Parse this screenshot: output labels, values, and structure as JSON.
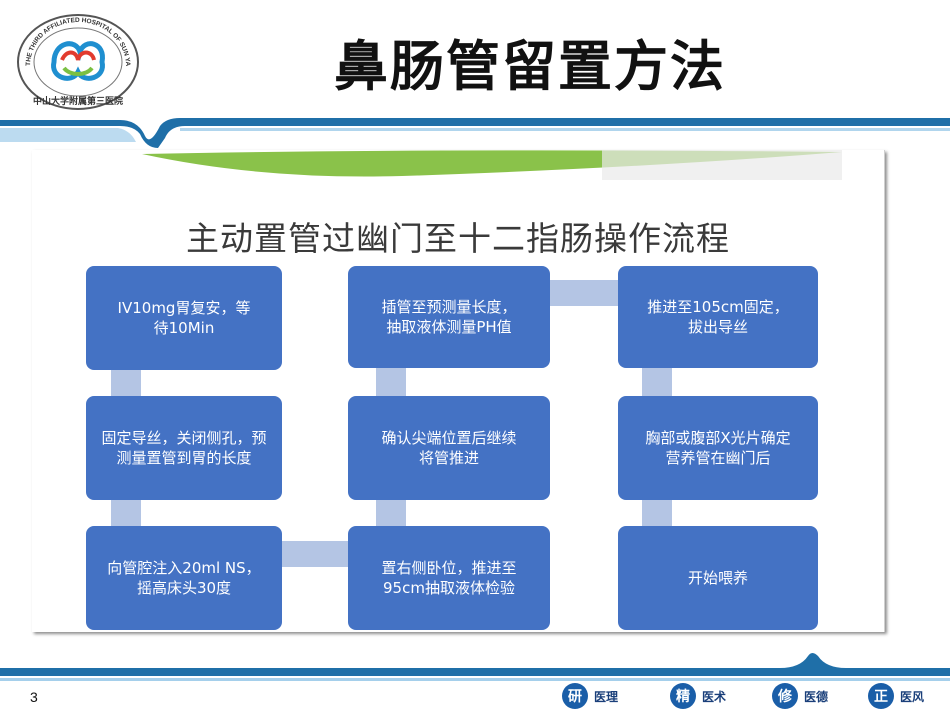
{
  "header": {
    "title": "鼻肠管留置方法",
    "logo": {
      "ring_text": "THE THIRD AFFILIATED HOSPITAL OF SUN YAT-SEN UNIVERSITY",
      "cn_text": "中山大学附属第三医院"
    }
  },
  "slide": {
    "title": "主动置管过幽门至十二指肠操作流程",
    "boxes": [
      "IV10mg胃复安，等\n待10Min",
      "固定导丝，关闭侧孔，预\n测量置管到胃的长度",
      "向管腔注入20ml  NS，\n摇高床头30度",
      "插管至预测量长度，\n抽取液体测量PH值",
      "确认尖端位置后继续\n将管推进",
      "置右侧卧位，推进至\n95cm抽取液体检验",
      "推进至105cm固定，\n拔出导丝",
      "胸部或腹部X光片确定\n营养管在幽门后",
      "开始喂养"
    ]
  },
  "footer": {
    "page_number": "3",
    "motto": [
      {
        "char": "研",
        "word": "医理"
      },
      {
        "char": "精",
        "word": "医术"
      },
      {
        "char": "修",
        "word": "医德"
      },
      {
        "char": "正",
        "word": "医风"
      }
    ]
  },
  "colors": {
    "box": "#4472c4",
    "connector": "#b4c5e4",
    "band": "#1f6fa8",
    "motto_circle": "#1a5ea8"
  }
}
